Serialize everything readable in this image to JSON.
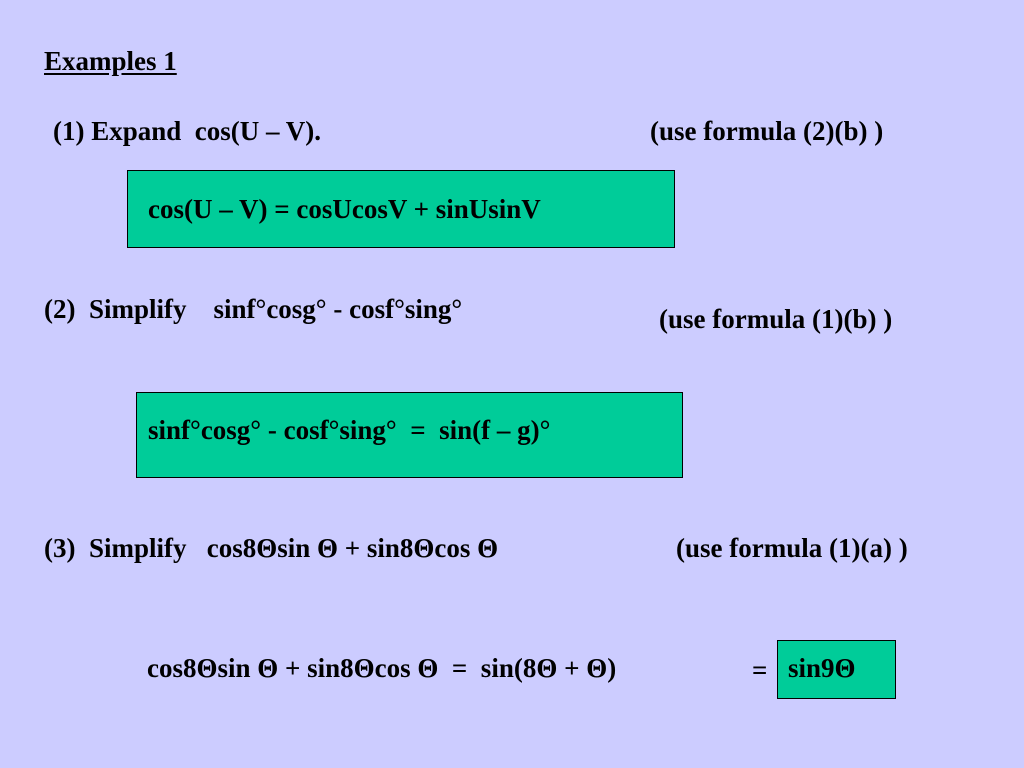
{
  "title": "Examples 1",
  "example1": {
    "prompt": "(1) Expand  cos(U – V).",
    "hint": "(use formula (2)(b) )",
    "answer": "cos(U – V) = cosUcosV + sinUsinV"
  },
  "example2": {
    "prompt": "(2)  Simplify    sinf°cosg° - cosf°sing°",
    "hint": "(use formula (1)(b) )",
    "answer": "sinf°cosg° - cosf°sing°  =  sin(f – g)°"
  },
  "example3": {
    "prompt": "(3)  Simplify   cos8Θsin Θ + sin8Θcos Θ",
    "hint": "(use formula (1)(a) )",
    "answer": "cos8Θsin Θ + sin8Θcos Θ  =  sin(8Θ + Θ)",
    "equals": "=",
    "result": "sin9Θ"
  },
  "colors": {
    "background": "#ccccff",
    "box_fill": "#00cc99",
    "text": "#000000"
  }
}
